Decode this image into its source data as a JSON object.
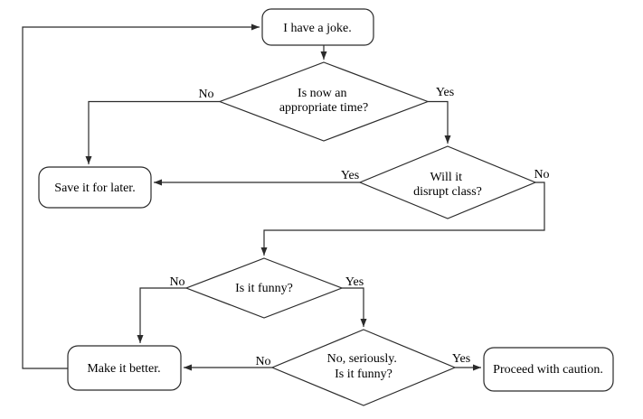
{
  "diagram_type": "flowchart",
  "nodes": {
    "start": {
      "shape": "rounded-rect",
      "label": "I have a joke."
    },
    "q_time": {
      "shape": "diamond",
      "lines": [
        "Is now an",
        "appropriate time?"
      ]
    },
    "q_disrupt": {
      "shape": "diamond",
      "lines": [
        "Will it",
        "disrupt class?"
      ]
    },
    "save": {
      "shape": "rounded-rect",
      "label": "Save it for later."
    },
    "q_funny": {
      "shape": "diamond",
      "label": "Is it funny?"
    },
    "q_seriously": {
      "shape": "diamond",
      "lines": [
        "No, seriously.",
        "Is it funny?"
      ]
    },
    "better": {
      "shape": "rounded-rect",
      "label": "Make it better."
    },
    "proceed": {
      "shape": "rounded-rect",
      "label": "Proceed with caution."
    }
  },
  "edges": {
    "start_flow": {
      "from": "start",
      "to": "q_time",
      "label": ""
    },
    "time_no": {
      "from": "q_time",
      "to": "save",
      "label": "No"
    },
    "time_yes": {
      "from": "q_time",
      "to": "q_disrupt",
      "label": "Yes"
    },
    "disrupt_yes": {
      "from": "q_disrupt",
      "to": "save",
      "label": "Yes"
    },
    "disrupt_no": {
      "from": "q_disrupt",
      "to": "q_funny",
      "label": "No"
    },
    "funny_no": {
      "from": "q_funny",
      "to": "better",
      "label": "No"
    },
    "funny_yes": {
      "from": "q_funny",
      "to": "q_seriously",
      "label": "Yes"
    },
    "seriously_no": {
      "from": "q_seriously",
      "to": "better",
      "label": "No"
    },
    "seriously_yes": {
      "from": "q_seriously",
      "to": "proceed",
      "label": "Yes"
    },
    "loop_back": {
      "from": "better",
      "to": "start",
      "label": ""
    }
  },
  "colors": {
    "line": "#2b2b2b",
    "node_fill": "#ffffff",
    "text": "#000000",
    "background": "#ffffff"
  }
}
